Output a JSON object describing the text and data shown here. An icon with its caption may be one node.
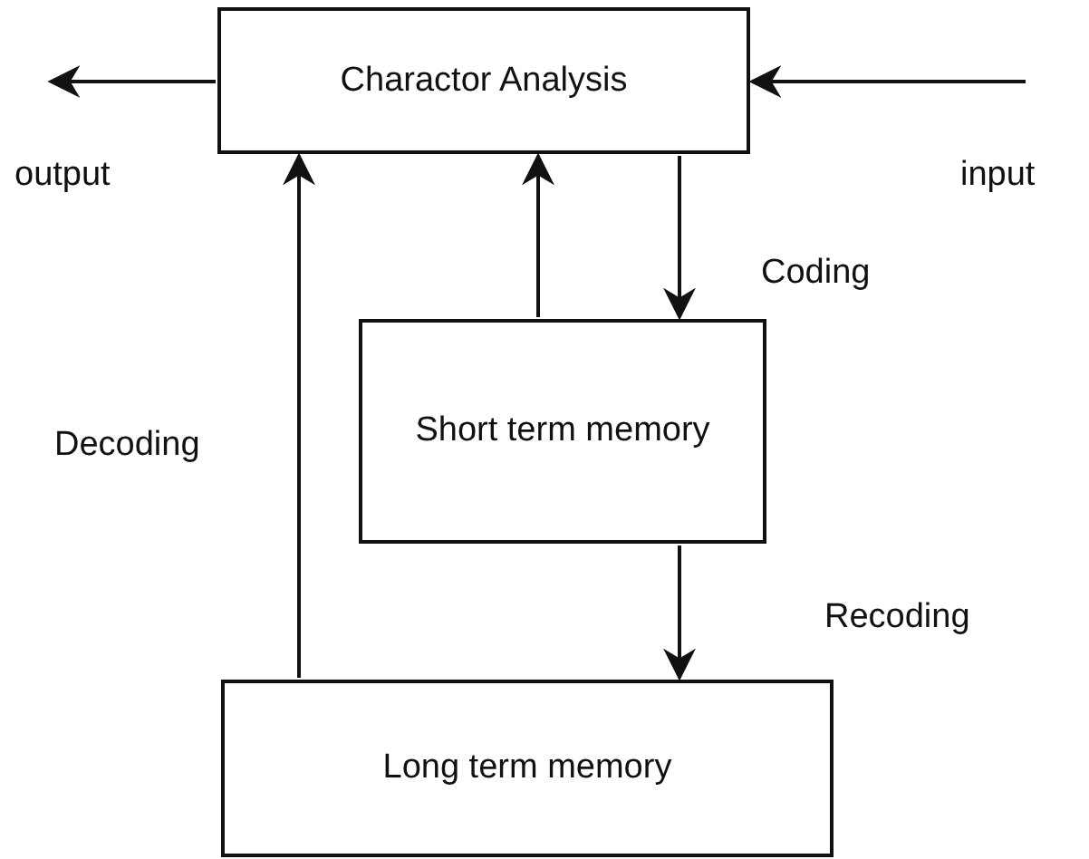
{
  "diagram": {
    "nodes": [
      {
        "text": [
          "Charactor Analysis"
        ]
      },
      {
        "text": [
          "Short term memory"
        ]
      },
      {
        "text": [
          "Long term memory"
        ]
      }
    ],
    "edges": [
      {
        "from": 0,
        "to": null,
        "arrow": "to",
        "label": "output"
      },
      {
        "from": null,
        "to": 0,
        "arrow": "to",
        "label": "input"
      },
      {
        "from": 2,
        "to": 0,
        "arrow": "to",
        "label": "Decoding"
      },
      {
        "from": 1,
        "to": 0,
        "arrow": "to"
      },
      {
        "from": 0,
        "to": 1,
        "arrow": "to",
        "label": "Coding"
      },
      {
        "from": 1,
        "to": 2,
        "arrow": "to",
        "label": "Recoding"
      }
    ]
  }
}
